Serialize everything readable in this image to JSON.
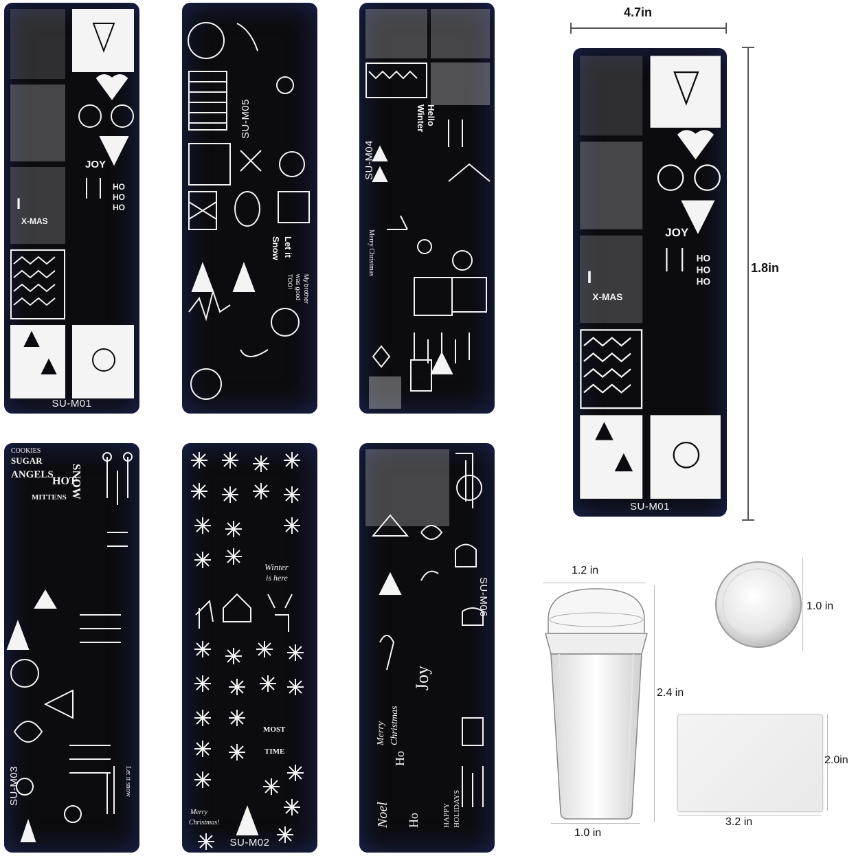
{
  "plates": [
    {
      "code": "SU-M01"
    },
    {
      "code": "SU-M05"
    },
    {
      "code": "SU-M04"
    },
    {
      "code": "SU-M03"
    },
    {
      "code": "SU-M02"
    },
    {
      "code": "SU-M06"
    },
    {
      "code": "SU-M01"
    }
  ],
  "plate_texts": {
    "m01": [
      "JOY",
      "HO",
      "HO",
      "HO",
      "I",
      "X-MAS"
    ],
    "m05": [
      "Let it",
      "Snow",
      "My brother",
      "was good",
      "TOO!"
    ],
    "m04": [
      "Hello",
      "Winter",
      "Merry Christmas"
    ],
    "m03": [
      "SNOW",
      "ANGELS",
      "SUGAR",
      "COOKIES",
      "HOT",
      "MITTENS",
      "Let it snow"
    ],
    "m02": [
      "Winter",
      "is here",
      "MOST",
      "TIME",
      "Merry",
      "Christmas!"
    ],
    "m06": [
      "Joy",
      "Ho",
      "Ho",
      "Noel",
      "Merry",
      "Christmas",
      "HAPPY",
      "HOLIDAYS"
    ]
  },
  "dimensions": {
    "plate_width": "4.7in",
    "plate_height": "1.8in",
    "stamper_top": "1.2 in",
    "stamper_height": "2.4 in",
    "stamper_bottom": "1.0 in",
    "head_diameter": "1.0 in",
    "scraper_height": "2.0in",
    "scraper_width": "3.2 in"
  },
  "colors": {
    "plate": "#0c0c10",
    "pattern": "#f4f4f4",
    "glow": "#2a3c8c"
  }
}
